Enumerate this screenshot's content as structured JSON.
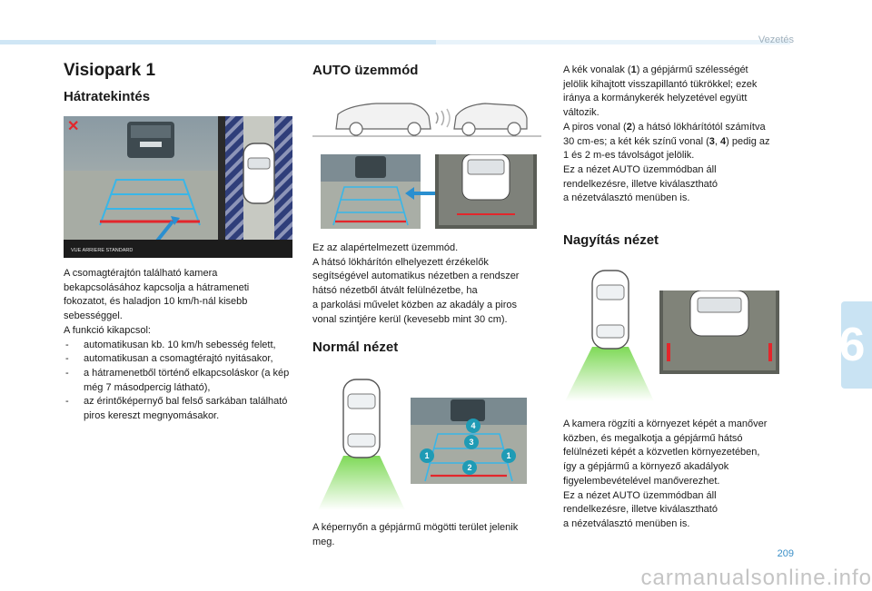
{
  "header": {
    "section": "Vezetés"
  },
  "chapter": "6",
  "page_number": "209",
  "watermark": "carmanualsonline.info",
  "left": {
    "title": "Visiopark 1",
    "subtitle": "Hátratekintés",
    "screen_label": "VUE ARRIERE STANDARD",
    "body_lines": [
      "A csomagtérajtón található kamera",
      "bekapcsolásához kapcsolja a hátrameneti",
      "fokozatot, és haladjon 10 km/h-nál kisebb",
      "sebességgel.",
      "A funkció kikapcsol:"
    ],
    "bullets": [
      "automatikusan kb. 10 km/h sebesség felett,",
      "automatikusan a csomagtérajtó nyitásakor,",
      "a hátramenetből történő elkapcsoláskor (a kép még 7 másodpercig látható),",
      "az érintőképernyő bal felső sarkában található piros kereszt megnyomásakor."
    ]
  },
  "middle": {
    "auto_heading": "AUTO üzemmód",
    "auto_text": [
      "Ez az alapértelmezett üzemmód.",
      "A hátsó lökhárítón elhelyezett érzékelők",
      "segítségével automatikus nézetben a rendszer",
      "hátsó nézetből átvált felülnézetbe, ha",
      "a parkolási művelet közben az akadály a piros",
      "vonal szintjére kerül (kevesebb mint 30 cm)."
    ],
    "normal_heading": "Normál nézet",
    "normal_text": [
      "A képernyőn a gépjármű mögötti terület jelenik",
      "meg."
    ],
    "markers": [
      "4",
      "3",
      "1",
      "1",
      "2"
    ]
  },
  "right": {
    "intro_html_parts": {
      "line1a": "A kék vonalak (",
      "line1b": "1",
      "line1c": ") a gépjármű szélességét",
      "line2": "jelölik kihajtott visszapillantó tükrökkel; ezek",
      "line3": "iránya a kormánykerék helyzetével együtt",
      "line4": "változik.",
      "line5a": "A piros vonal (",
      "line5b": "2",
      "line5c": ") a hátsó lökhárítótól számítva",
      "line6a": "30 cm-es; a két kék színű vonal (",
      "line6b": "3",
      "line6c": ", ",
      "line6d": "4",
      "line6e": ") pedig az",
      "line7": "1 és 2 m-es távolságot jelölik.",
      "line8": "Ez a nézet AUTO üzemmódban áll",
      "line9": "rendelkezésre, illetve kiválasztható",
      "line10": "a nézetválasztó menüben is."
    },
    "zoom_heading": "Nagyítás nézet",
    "zoom_text": [
      "A kamera rögzíti a környezet képét a manőver",
      "közben, és megalkotja a gépjármű hátsó",
      "felülnézeti képét a közvetlen környezetében,",
      "így a gépjármű a környező akadályok",
      "figyelembevételével manőverezhet.",
      "Ez a nézet AUTO üzemmódban áll",
      "rendelkezésre, illetve kiválasztható",
      "a nézetválasztó menüben is."
    ]
  },
  "colors": {
    "accent_blue": "#3a8fc7",
    "guide_blue": "#39b6e8",
    "guide_red": "#e3262b",
    "marker_teal": "#1f9bb5",
    "ground_green": "#7ed957"
  }
}
